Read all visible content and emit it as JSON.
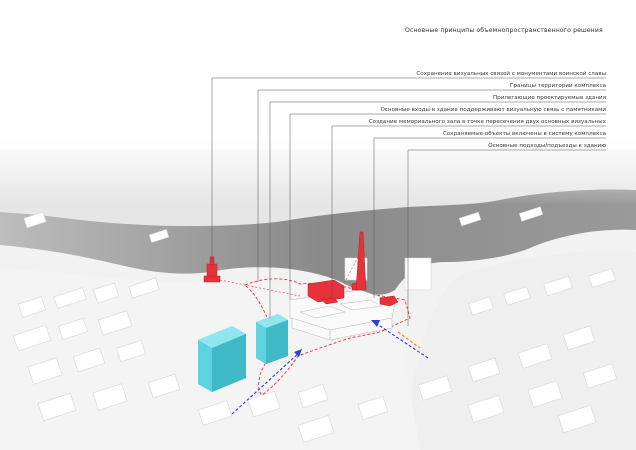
{
  "title": "Основные принципы объемнопространственного решения",
  "legend": [
    "Сохранение визуальных связей с монументами воинской славы",
    "Границы территории комплекса",
    "Прилегающие проектируемые здания",
    "Основные входы в здание поддерживают визуальную связь с памятниками",
    "Создание мемориального зала в точке пересечения двух основных визуальных",
    "Сохраняемые объекты включены в систему комплекса",
    "Основные подходы/подъезды к зданию"
  ],
  "colors": {
    "accent_red": "#e8323a",
    "new_buildings_cyan": "#5cd3df",
    "approach_blue": "#2b3fd6",
    "water": "#8c8c8c",
    "land": "#f1f1f1",
    "leader_lines": "#555555"
  }
}
